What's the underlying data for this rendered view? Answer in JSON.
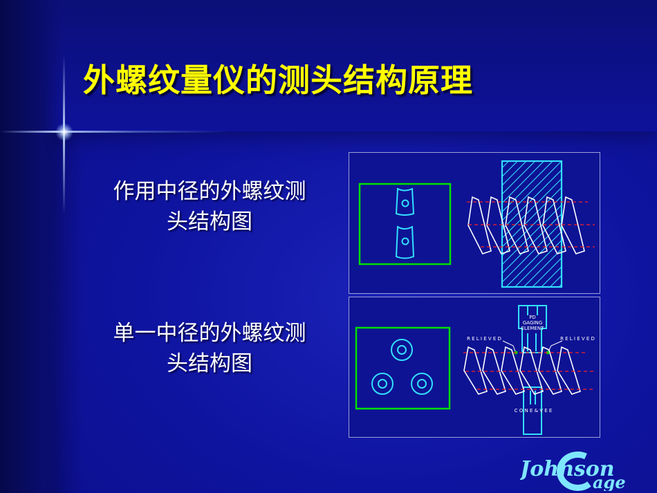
{
  "slide": {
    "title": "外螺纹量仪的测头结构原理",
    "captions": [
      {
        "line1": "作用中径的外螺纹测",
        "line2": "头结构图"
      },
      {
        "line1": "单一中径的外螺纹测",
        "line2": "头结构图"
      }
    ]
  },
  "diagram2": {
    "label_pd": "PD",
    "label_gaging": "GAGING",
    "label_element": "ELEMENT",
    "label_relieved_left": "R E L I E V E D",
    "label_relieved_right": "R E L I E V E D",
    "label_cone": "C O N E  &  V E E"
  },
  "logo": {
    "word1": "Johnson",
    "word2": "age"
  },
  "colors": {
    "title": "#ffff00",
    "background": "#0f14a0",
    "green_frame": "#00e000",
    "cyan_line": "#33e0ff",
    "red_dash": "#ff2020"
  }
}
